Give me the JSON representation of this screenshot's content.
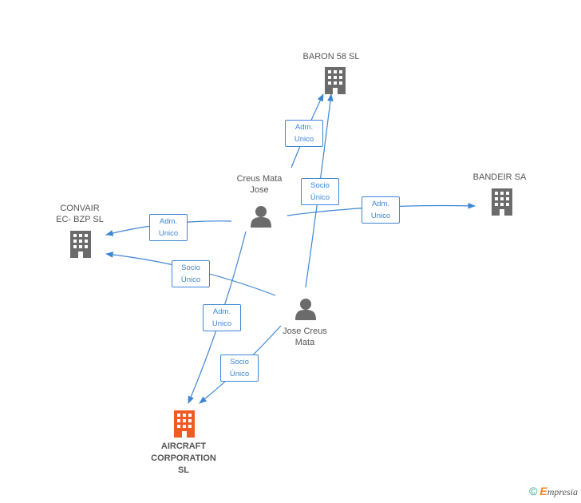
{
  "nodes": {
    "baron": {
      "label": "BARON 58 SL",
      "type": "company"
    },
    "bandeir": {
      "label": "BANDEIR SA",
      "type": "company"
    },
    "convair": {
      "label_line1": "CONVAIR",
      "label_line2": "EC- BZP SL",
      "type": "company"
    },
    "aircraft": {
      "label_line1": "AIRCRAFT",
      "label_line2": "CORPORATION",
      "label_line3": "SL",
      "type": "company-main"
    },
    "creus_mata_jose": {
      "label_line1": "Creus Mata",
      "label_line2": "Jose",
      "type": "person"
    },
    "jose_creus_mata": {
      "label_line1": "Jose Creus",
      "label_line2": "Mata",
      "type": "person"
    }
  },
  "edges": {
    "e1": {
      "line1": "Adm.",
      "line2": "Unico"
    },
    "e2": {
      "line1": "Socio",
      "line2": "Único"
    },
    "e3": {
      "line1": "Adm.",
      "line2": "Unico"
    },
    "e4": {
      "line1": "Adm.",
      "line2": "Unico"
    },
    "e5": {
      "line1": "Socio",
      "line2": "Único"
    },
    "e6": {
      "line1": "Adm.",
      "line2": "Unico"
    },
    "e7": {
      "line1": "Socio",
      "line2": "Único"
    }
  },
  "footer": {
    "copyright": "©",
    "brand_initial": "E",
    "brand_rest": "mpresia"
  },
  "colors": {
    "edge": "#3d86d6",
    "company": "#6b6b6b",
    "main_company": "#f15a24",
    "person": "#6b6b6b"
  }
}
